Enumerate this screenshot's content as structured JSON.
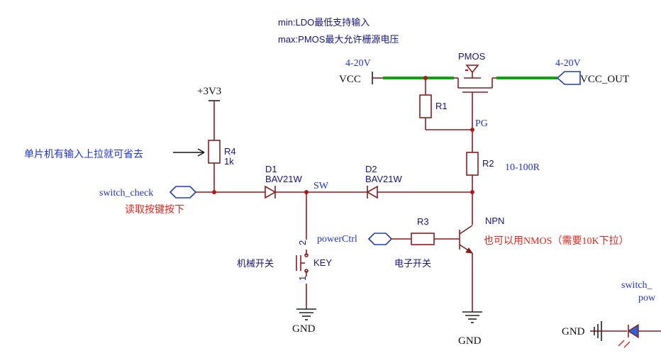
{
  "notes": {
    "min": "min:LDO最低支持输入",
    "max": "max:PMOS最大允许栅源电压"
  },
  "power": {
    "vcc_range": "4-20V",
    "vcc": "VCC",
    "vcc_out_range": "4-20V",
    "vcc_out": "VCC_OUT",
    "v3v3": "+3V3",
    "gnd1": "GND",
    "gnd2": "GND",
    "gnd3": "GND"
  },
  "components": {
    "pmos": "PMOS",
    "r1": "R1",
    "pg": "PG",
    "r2": "R2",
    "r2_value": "10-100R",
    "r4": "R4",
    "r4_value": "1k",
    "d1": "D1",
    "d1_part": "BAV21W",
    "d2": "D2",
    "d2_part": "BAV21W",
    "sw_net": "SW",
    "r3": "R3",
    "npn": "NPN",
    "key": "KEY",
    "key_pin2": "2",
    "key_pin1": "1"
  },
  "ports": {
    "switch_check": "switch_check",
    "power_ctrl": "powerCtrl",
    "cut_switch": "switch_",
    "cut_pow": "pow"
  },
  "annotations": {
    "r4_optional": "单片机有输入上拉就可省去",
    "read_key": "读取按键按下",
    "mech_switch": "机械开关",
    "electronic_switch": "电子开关",
    "npn_alt": "也可以用NMOS（需要10K下拉）"
  },
  "colors": {
    "wire": "#8b1c1c",
    "power_wire": "#14a014",
    "text_blue": "#1f35c9",
    "text_red": "#e0241b",
    "port_outline": "#1f3fb0",
    "led_fill": "#2a63d6"
  }
}
